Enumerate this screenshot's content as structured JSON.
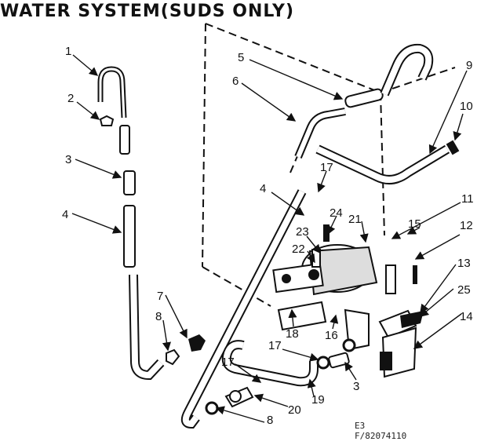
{
  "title": "WATER SYSTEM(SUDS ONLY)",
  "footer": {
    "line1": "E3",
    "line2": "F/82074110"
  },
  "callouts": [
    {
      "id": "c1",
      "text": "1"
    },
    {
      "id": "c2",
      "text": "2"
    },
    {
      "id": "c3a",
      "text": "3"
    },
    {
      "id": "c4a",
      "text": "4"
    },
    {
      "id": "c5",
      "text": "5"
    },
    {
      "id": "c6",
      "text": "6"
    },
    {
      "id": "c7",
      "text": "7"
    },
    {
      "id": "c8a",
      "text": "8"
    },
    {
      "id": "c9",
      "text": "9"
    },
    {
      "id": "c10",
      "text": "10"
    },
    {
      "id": "c17a",
      "text": "17"
    },
    {
      "id": "c4b",
      "text": "4"
    },
    {
      "id": "c24",
      "text": "24"
    },
    {
      "id": "c21",
      "text": "21"
    },
    {
      "id": "c23",
      "text": "23"
    },
    {
      "id": "c22",
      "text": "22"
    },
    {
      "id": "c11",
      "text": "11"
    },
    {
      "id": "c15",
      "text": "15"
    },
    {
      "id": "c12",
      "text": "12"
    },
    {
      "id": "c13",
      "text": "13"
    },
    {
      "id": "c25",
      "text": "25"
    },
    {
      "id": "c14",
      "text": "14"
    },
    {
      "id": "c18",
      "text": "18"
    },
    {
      "id": "c16",
      "text": "16"
    },
    {
      "id": "c17b",
      "text": "17"
    },
    {
      "id": "c17c",
      "text": "17"
    },
    {
      "id": "c3b",
      "text": "3"
    },
    {
      "id": "c19",
      "text": "19"
    },
    {
      "id": "c20",
      "text": "20"
    },
    {
      "id": "c8b",
      "text": "8"
    }
  ]
}
